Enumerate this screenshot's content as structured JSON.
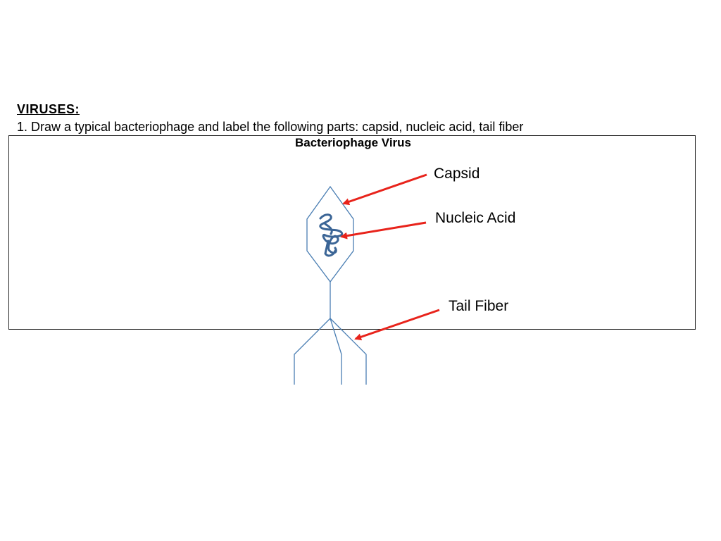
{
  "heading": "VIRUSES:",
  "question": "1. Draw a typical bacteriophage and label the  following parts: capsid, nucleic acid, tail fiber",
  "box_title": "Bacteriophage  Virus",
  "labels": {
    "capsid": "Capsid",
    "nucleic_acid": "Nucleic Acid",
    "tail_fiber": "Tail Fiber"
  },
  "colors": {
    "drawing": "#4a7eb3",
    "nucleic_acid": "#3b6596",
    "arrow": "#e8231b",
    "box_border": "#222222"
  }
}
